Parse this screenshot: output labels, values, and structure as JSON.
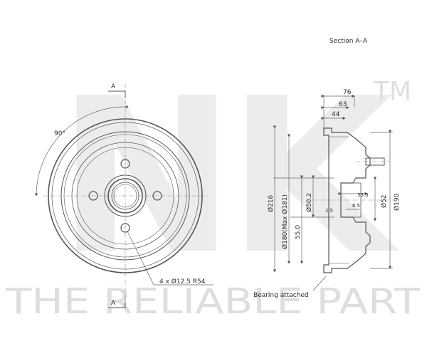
{
  "watermark": {
    "logo_text": "NK",
    "trademark": "TM",
    "tagline": "THE RELIABLE PART"
  },
  "front_view": {
    "section_marker_top": "A",
    "section_marker_bottom": "A",
    "angle_label": "90°",
    "holes_label": "4 x Ø12.5 R54"
  },
  "section_view": {
    "title": "Section A–A",
    "dim_76": "76",
    "dim_63": "63",
    "dim_44": "44",
    "dim_216": "Ø216",
    "dim_180": "Ø180(Max Ø181)",
    "dim_55": "55.0",
    "dim_50_2": "Ø50.2",
    "dim_33": "33.0",
    "dim_6_5": "6.5",
    "dim_2_5": "2.5",
    "dim_52": "Ø52",
    "dim_190": "Ø190",
    "note": "Bearing attached"
  }
}
